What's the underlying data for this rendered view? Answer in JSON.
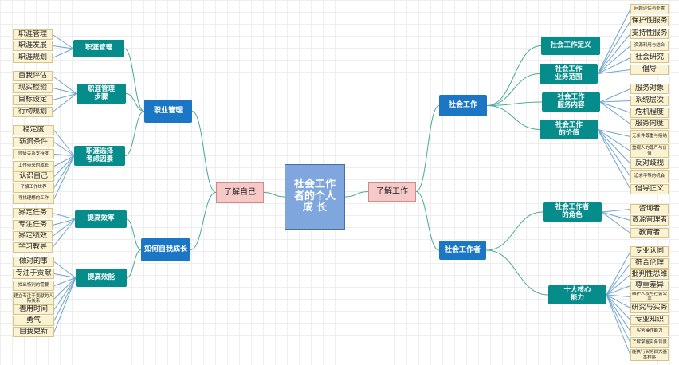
{
  "root": "社会工作\n者的个人\n成    长",
  "left": {
    "label": "了解自己",
    "children": [
      {
        "label": "职业管理",
        "children": [
          {
            "label": "职涯管理",
            "leaves": [
              "职涯管理",
              "职涯发展",
              "职涯规划"
            ]
          },
          {
            "label": "职涯管理\n步骤",
            "leaves": [
              "自我评估",
              "现实检验",
              "目标设定",
              "行动规划"
            ]
          },
          {
            "label": "职涯选择\n考虑因素",
            "leaves": [
              "稳定度",
              "薪资条件",
              "师徒关系支持度",
              "工作带来的成长",
              "认识自己",
              "了解工作世界",
              "寻找理想的工作"
            ]
          }
        ]
      },
      {
        "label": "如何自我成长",
        "children": [
          {
            "label": "提高效率",
            "leaves": [
              "界定任务",
              "专注任务",
              "界定绩效",
              "学习教导"
            ]
          },
          {
            "label": "提高效能",
            "leaves": [
              "做对的事",
              "专注于贡献",
              "找出特别的需要",
              "建立专注于贡献的人际关系",
              "善用时间",
              "勇气",
              "自我更新"
            ]
          }
        ]
      }
    ]
  },
  "right": {
    "label": "了解工作",
    "children": [
      {
        "label": "社会工作",
        "children": [
          {
            "label": "社会工作定义",
            "leaves": []
          },
          {
            "label": "社会工作\n业务范围",
            "leaves": [
              "问题评估与处置",
              "保护性服务",
              "支持性服务",
              "资源利用与结合",
              "社会研究",
              "倡导"
            ]
          },
          {
            "label": "社会工作\n服务内容",
            "leaves": [
              "服务对象",
              "系统层次",
              "危机程度",
              "服务向度"
            ]
          },
          {
            "label": "社会工作\n的价值",
            "leaves": [
              "无条件尊重与接纳",
              "重视人的尊严与价值",
              "反对歧视",
              "追求平等的机会",
              "倡导正义"
            ]
          }
        ]
      },
      {
        "label": "社会工作者",
        "children": [
          {
            "label": "社会工作者\n的角色",
            "leaves": [
              "咨询者",
              "资源管理者",
              "教育者"
            ]
          },
          {
            "label": "十大核心\n能力",
            "leaves": [
              "专业认同",
              "符合伦理",
              "批判性思维",
              "尊重差异",
              "维护人权与社会公平",
              "研究与实务",
              "专业知识",
              "实务操作能力",
              "了解掌握实务背景",
              "能执行实务四大基本程序"
            ]
          }
        ]
      }
    ]
  }
}
